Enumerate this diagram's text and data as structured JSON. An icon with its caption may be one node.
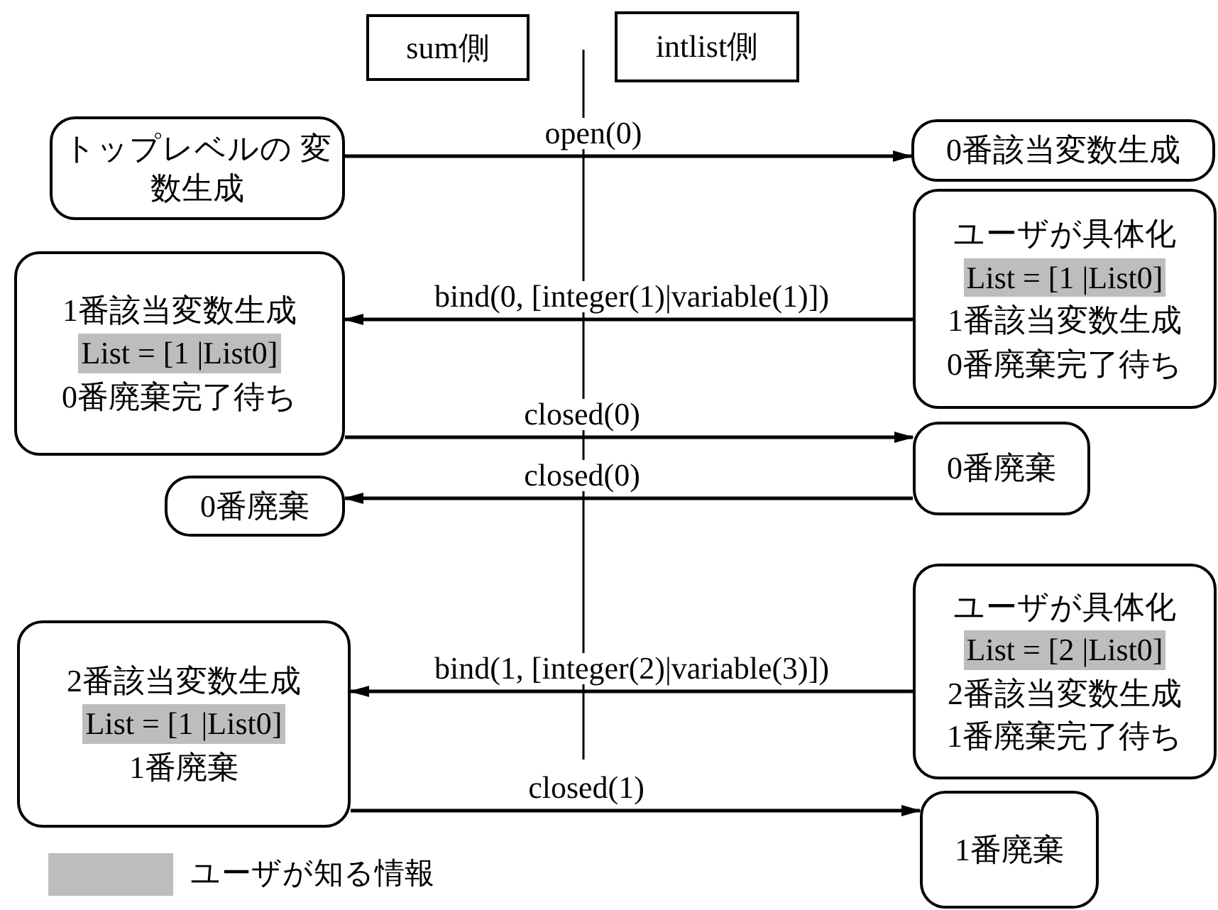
{
  "diagram": {
    "nodes": [
      {
        "text": [
          "sum側"
        ]
      },
      {
        "text": [
          "intlist側"
        ]
      },
      {
        "text": [
          "トップレベルの 変数生成"
        ]
      },
      {
        "text": [
          "0番該当変数生成"
        ]
      },
      {
        "text": [
          "ユーザが具体化",
          "List = [1 |List0]",
          "1番該当変数生成",
          "0番廃棄完了待ち"
        ]
      },
      {
        "text": [
          "1番該当変数生成",
          "List = [1 |List0]",
          "0番廃棄完了待ち"
        ]
      },
      {
        "text": [
          "0番廃棄"
        ]
      },
      {
        "text": [
          "0番廃棄"
        ]
      },
      {
        "text": [
          "ユーザが具体化",
          "List = [2 |List0]",
          "2番該当変数生成",
          "1番廃棄完了待ち"
        ]
      },
      {
        "text": [
          "2番該当変数生成",
          "List = [1 |List0]",
          "1番廃棄"
        ]
      },
      {
        "text": [
          "1番廃棄"
        ]
      }
    ],
    "edges": [
      {
        "from": 2,
        "to": 3,
        "arrow": "to",
        "label": "open(0)"
      },
      {
        "from": 4,
        "to": 5,
        "arrow": "to",
        "label": "bind(0, [integer(1)|variable(1)])"
      },
      {
        "from": 5,
        "to": 6,
        "arrow": "to",
        "label": "closed(0)"
      },
      {
        "from": 6,
        "to": 7,
        "arrow": "to",
        "label": "closed(0)"
      },
      {
        "from": 8,
        "to": 9,
        "arrow": "to",
        "label": "bind(1, [integer(2)|variable(3)])"
      },
      {
        "from": 9,
        "to": 10,
        "arrow": "to",
        "label": "closed(1)"
      }
    ],
    "legend": [
      {
        "text": "ユーザが知る情報",
        "color": "#bdbdbd"
      }
    ]
  }
}
